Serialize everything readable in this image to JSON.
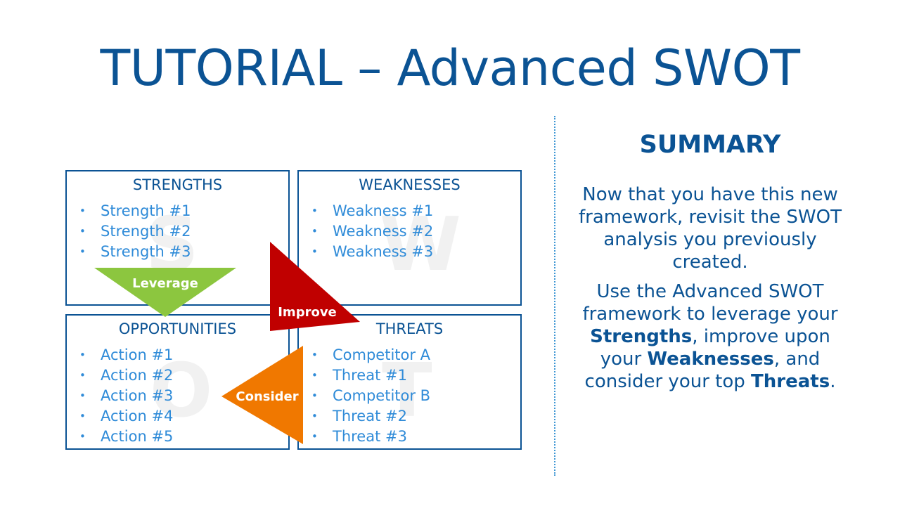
{
  "title": "TUTORIAL – Advanced SWOT",
  "swot": {
    "strengths": {
      "header": "STRENGTHS",
      "watermark": "S",
      "items": [
        "Strength #1",
        "Strength #2",
        "Strength #3"
      ]
    },
    "weaknesses": {
      "header": "WEAKNESSES",
      "watermark": "W",
      "items": [
        "Weakness #1",
        "Weakness #2",
        "Weakness #3"
      ]
    },
    "opportunities": {
      "header": "OPPORTUNITIES",
      "watermark": "O",
      "items": [
        "Action #1",
        "Action #2",
        "Action #3",
        "Action #4",
        "Action #5"
      ]
    },
    "threats": {
      "header": "THREATS",
      "watermark": "T",
      "items": [
        "Competitor A",
        "Threat #1",
        "Competitor B",
        "Threat #2",
        "Threat #3"
      ]
    },
    "bullet": "•"
  },
  "arrows": {
    "leverage": {
      "label": "Leverage",
      "color": "#8cc63f"
    },
    "improve": {
      "label": "Improve",
      "color": "#c00000"
    },
    "consider": {
      "label": "Consider",
      "color": "#f07800"
    }
  },
  "summary": {
    "title": "SUMMARY",
    "paragraph1": "Now that you have this new framework, revisit the SWOT analysis you previously created.",
    "p2_part1": "Use the Advanced SWOT framework to leverage your ",
    "p2_bold1": "Strengths",
    "p2_part2": ", improve upon your ",
    "p2_bold2": "Weaknesses",
    "p2_part3": ", and consider your top ",
    "p2_bold3": "Threats",
    "p2_part4": "."
  },
  "colors": {
    "primary": "#0b5394",
    "item_text": "#2f8bd8",
    "divider": "#3f97d4"
  }
}
